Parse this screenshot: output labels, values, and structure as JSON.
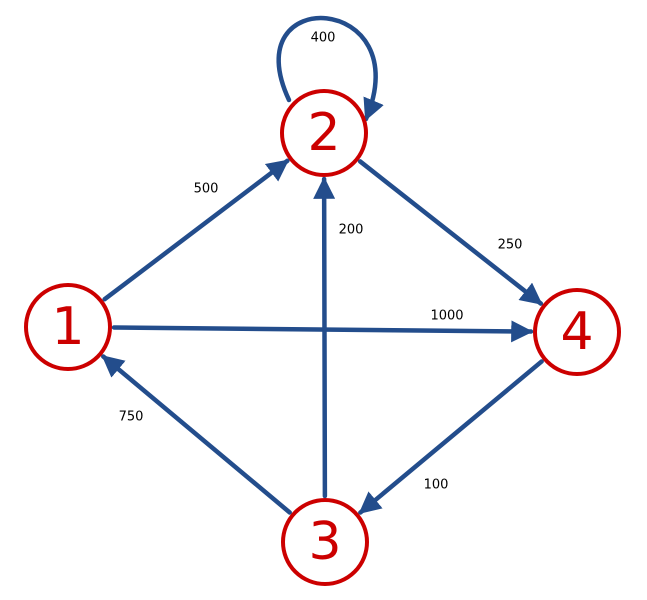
{
  "colors": {
    "node": "#cc0000",
    "edge": "#234d8c"
  },
  "nodes": [
    {
      "id": "1",
      "label": "1"
    },
    {
      "id": "2",
      "label": "2"
    },
    {
      "id": "3",
      "label": "3"
    },
    {
      "id": "4",
      "label": "4"
    }
  ],
  "edges": [
    {
      "from": "1",
      "to": "2",
      "weight": "500"
    },
    {
      "from": "2",
      "to": "2",
      "weight": "400"
    },
    {
      "from": "2",
      "to": "4",
      "weight": "250"
    },
    {
      "from": "1",
      "to": "4",
      "weight": "1000"
    },
    {
      "from": "3",
      "to": "2",
      "weight": "200"
    },
    {
      "from": "3",
      "to": "1",
      "weight": "750"
    },
    {
      "from": "4",
      "to": "3",
      "weight": "100"
    }
  ]
}
